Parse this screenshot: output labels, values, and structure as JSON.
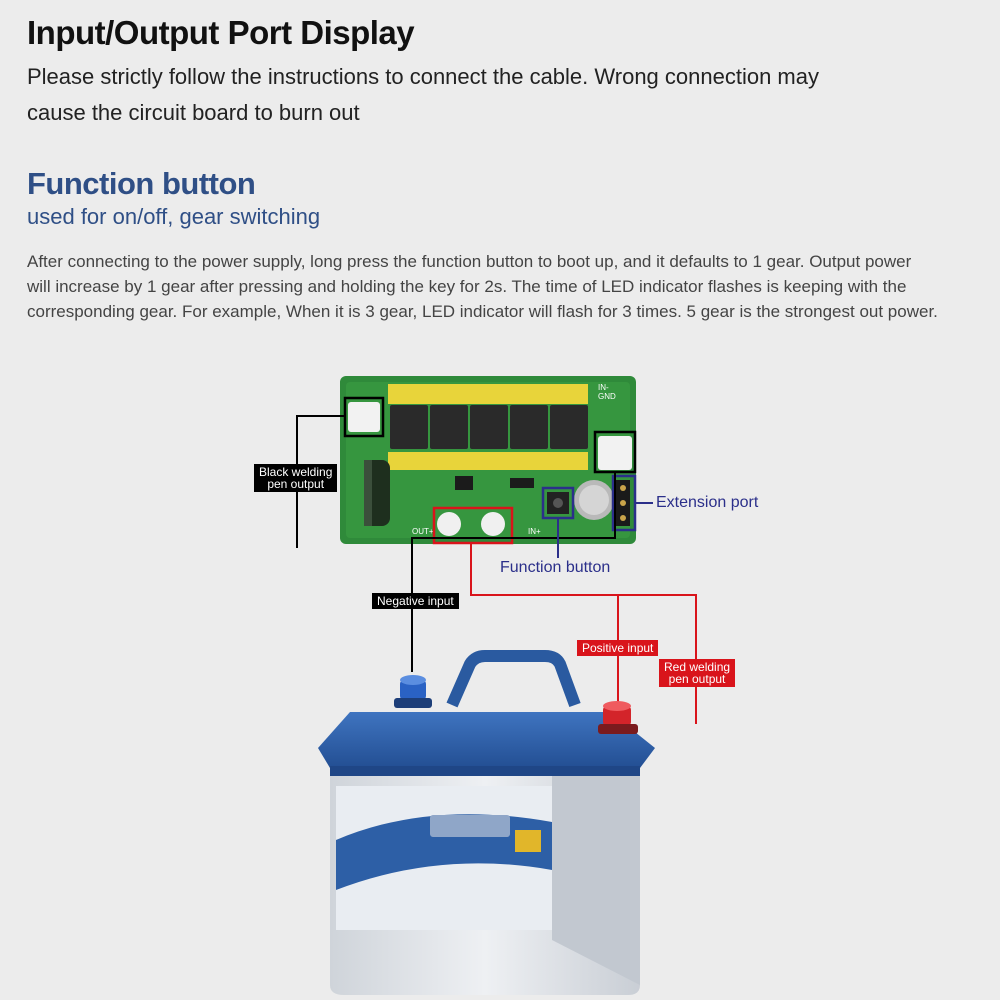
{
  "header": {
    "title": "Input/Output Port Display",
    "warning_lines": [
      "Please strictly follow the instructions to connect the cable. Wrong connection may",
      "cause the circuit board to burn out"
    ]
  },
  "function_section": {
    "title": "Function button",
    "subtitle": "used for on/off, gear switching",
    "description_lines": [
      "After connecting to the power supply, long press the function button to boot up, and it defaults to 1 gear. Output power",
      "will increase by 1 gear after pressing and holding the key for 2s. The time of LED indicator flashes is keeping with the",
      "corresponding gear. For example, When it is 3 gear, LED indicator will flash for 3 times. 5 gear is the strongest out power."
    ]
  },
  "diagram": {
    "callouts": {
      "black_pen": [
        "Black welding",
        "pen output"
      ],
      "negative": "Negative input",
      "positive": "Positive input",
      "red_pen": [
        "Red welding",
        "pen output"
      ],
      "extension_port": "Extension port",
      "function_button": "Function button"
    },
    "board_silkscreen": {
      "in_neg_gnd": "IN- GND",
      "in_pos": "IN+",
      "out_pos": "OUT+"
    },
    "colors": {
      "board": "#2f8a3a",
      "red_wire": "#d9141b",
      "blue_marker": "#2b2f8a",
      "battery_top": "#2e5fa8",
      "battery_body": "#dfe3e8"
    }
  }
}
